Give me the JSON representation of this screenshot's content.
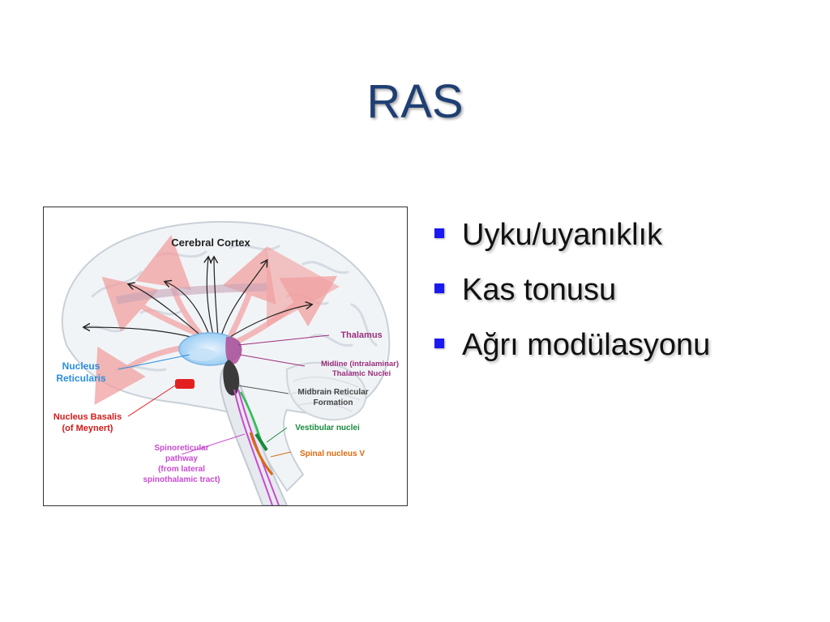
{
  "slide": {
    "title": "RAS",
    "bullets": [
      "Uyku/uyanıklık",
      "Kas tonusu",
      "Ağrı modülasyonu"
    ]
  },
  "diagram": {
    "labels": {
      "cerebral_cortex": "Cerebral Cortex",
      "thalamus": "Thalamus",
      "midline_1": "Midline (intralaminar)",
      "midline_2": "Thalamic Nuclei",
      "nucleus_reticularis_1": "Nucleus",
      "nucleus_reticularis_2": "Reticularis",
      "midbrain_1": "Midbrain Reticular",
      "midbrain_2": "Formation",
      "nucleus_basalis_1": "Nucleus Basalis",
      "nucleus_basalis_2": "(of Meynert)",
      "vestibular": "Vestibular nuclei",
      "spinal_v": "Spinal nucleus V",
      "spino_1": "Spinoreticular",
      "spino_2": "pathway",
      "spino_3": "(from lateral",
      "spino_4": "spinothalamic tract)"
    },
    "colors": {
      "thalamus": "#9b2f7d",
      "nucleus_reticularis": "#2a8ee0",
      "nucleus_basalis": "#e02020",
      "vestibular": "#178a3a",
      "spinal_v": "#d86a10",
      "spinoreticular": "#c84ad0",
      "midbrain": "#555555",
      "projection_arrows": "#ef8a8a"
    }
  }
}
